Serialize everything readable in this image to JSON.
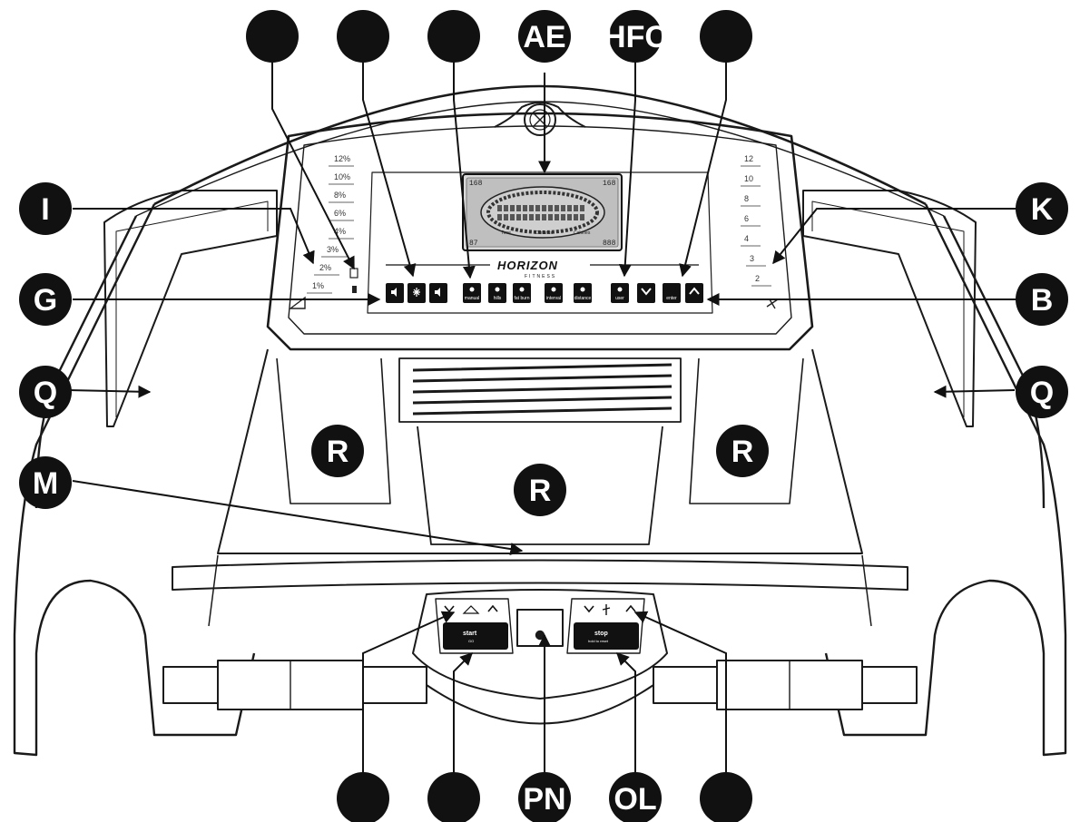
{
  "brand": {
    "name": "HORIZON",
    "sub": "FITNESS"
  },
  "callouts": {
    "top": [
      "",
      "",
      "",
      "AE",
      "HFC",
      "",
      ""
    ],
    "bottom": [
      "",
      "",
      "PN",
      "OL",
      ""
    ],
    "left": [
      "I",
      "G",
      "Q",
      "M"
    ],
    "right": [
      "K",
      "B",
      "Q"
    ],
    "body": [
      "R",
      "R",
      "R"
    ]
  },
  "incline_scale": [
    "12%",
    "10%",
    "8%",
    "6%",
    "4%",
    "3%",
    "2%",
    "1%"
  ],
  "speed_scale": [
    "12",
    "10",
    "8",
    "6",
    "4",
    "3",
    "2"
  ],
  "display": {
    "tl": "168",
    "tr": "168",
    "br": "888",
    "bl": "87",
    "lab_l": "Time",
    "lab_m": "Distance",
    "lab_r": "Calories"
  },
  "console_buttons": [
    {
      "label": "",
      "icon": "volume-down-icon"
    },
    {
      "label": "",
      "icon": "fan-icon"
    },
    {
      "label": "",
      "icon": "volume-up-icon"
    },
    {
      "label": "manual",
      "icon": "manual-program-icon"
    },
    {
      "label": "hills",
      "icon": "hills-program-icon"
    },
    {
      "label": "fat burn",
      "icon": "fat-burn-program-icon"
    },
    {
      "label": "interval",
      "icon": "interval-program-icon"
    },
    {
      "label": "distance",
      "icon": "distance-program-icon"
    },
    {
      "label": "user",
      "icon": "user-program-icon"
    },
    {
      "label": "",
      "icon": "chevron-down-icon"
    },
    {
      "label": "enter",
      "icon": ""
    },
    {
      "label": "",
      "icon": "chevron-up-icon"
    }
  ],
  "start_key": {
    "label": "start",
    "sub": "GO"
  },
  "stop_key": {
    "label": "stop",
    "sub": "hold to reset"
  }
}
